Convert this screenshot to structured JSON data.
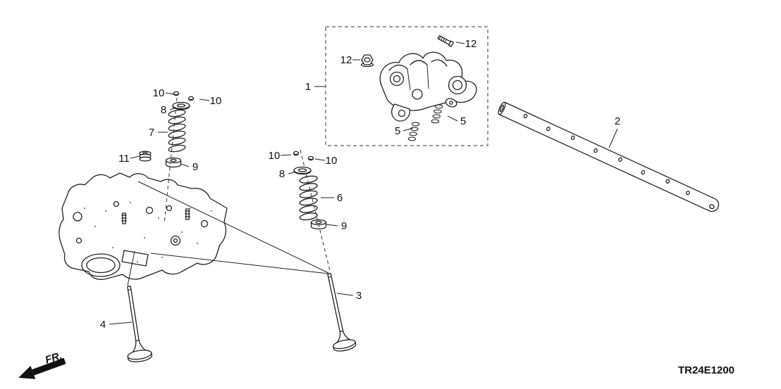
{
  "colors": {
    "ink": "#222222",
    "background": "#ffffff"
  },
  "footer": {
    "diagram_code": "TR24E1200",
    "direction_label": "FR."
  },
  "labels": [
    {
      "text": "1"
    },
    {
      "text": "2"
    },
    {
      "text": "3"
    },
    {
      "text": "4"
    },
    {
      "text": "5"
    },
    {
      "text": "5"
    },
    {
      "text": "6"
    },
    {
      "text": "7"
    },
    {
      "text": "8"
    },
    {
      "text": "8"
    },
    {
      "text": "9"
    },
    {
      "text": "9"
    },
    {
      "text": "10"
    },
    {
      "text": "10"
    },
    {
      "text": "10"
    },
    {
      "text": "10"
    },
    {
      "text": "11"
    },
    {
      "text": "12"
    },
    {
      "text": "12"
    }
  ]
}
